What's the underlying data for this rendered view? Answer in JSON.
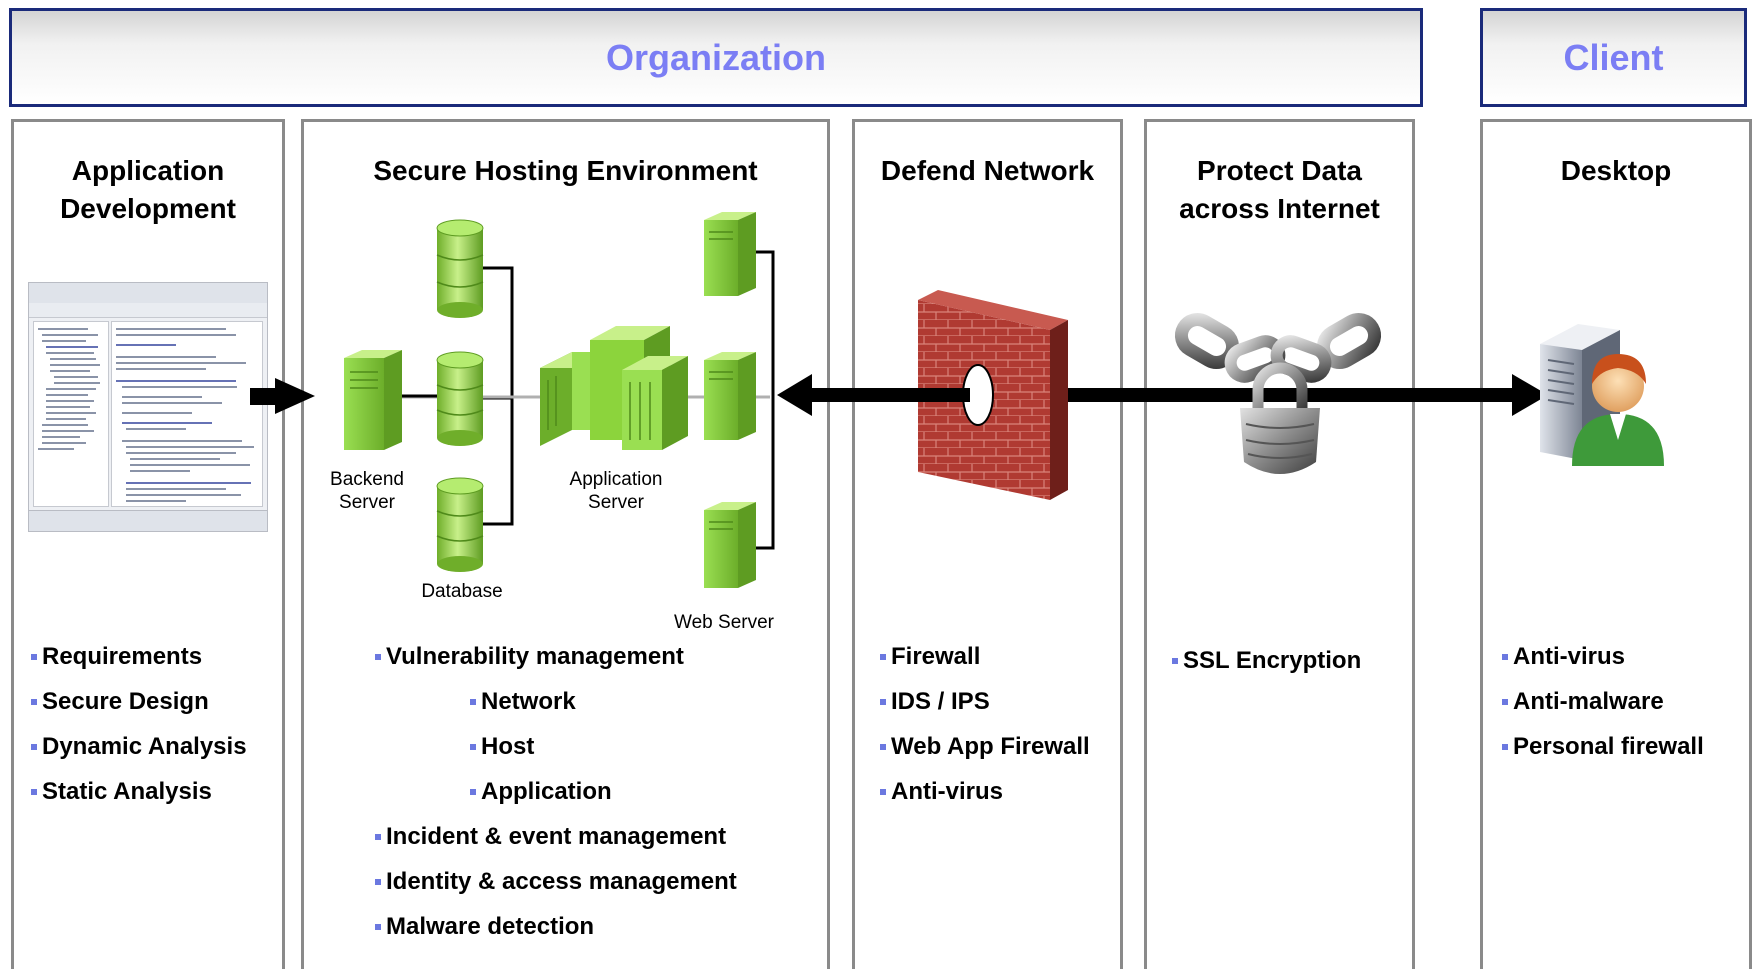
{
  "header": {
    "organization": "Organization",
    "client": "Client"
  },
  "columns": {
    "app_dev": {
      "title": "Application\nDevelopment",
      "items": [
        "Requirements",
        "Secure Design",
        "Dynamic Analysis",
        "Static Analysis"
      ]
    },
    "hosting": {
      "title": "Secure Hosting Environment",
      "items": [
        "Vulnerability management",
        "Network",
        "Host",
        "Application",
        "Incident & event management",
        "Identity & access management",
        "Malware detection"
      ],
      "labels": {
        "backend": "Backend\nServer",
        "database": "Database",
        "app_server": "Application Server",
        "web_server": "Web Server"
      }
    },
    "network": {
      "title": "Defend Network",
      "items": [
        "Firewall",
        "IDS / IPS",
        "Web App Firewall",
        "Anti-virus"
      ]
    },
    "data": {
      "title": "Protect Data\nacross Internet",
      "items": [
        "SSL Encryption"
      ]
    },
    "desktop": {
      "title": "Desktop",
      "items": [
        "Anti-virus",
        "Anti-malware",
        "Personal firewall"
      ]
    }
  },
  "icons": [
    "ide-screenshot-icon",
    "database-icon",
    "server-icon",
    "application-server-icon",
    "brick-firewall-icon",
    "chain-padlock-icon",
    "desktop-user-icon"
  ],
  "colors": {
    "header_text": "#7b7ef4",
    "header_border": "#1a2a7a",
    "column_border": "#8a8a8a",
    "server_green": "#8cd43c",
    "firewall_red": "#b03a32",
    "bullet": "#6b78e0"
  }
}
